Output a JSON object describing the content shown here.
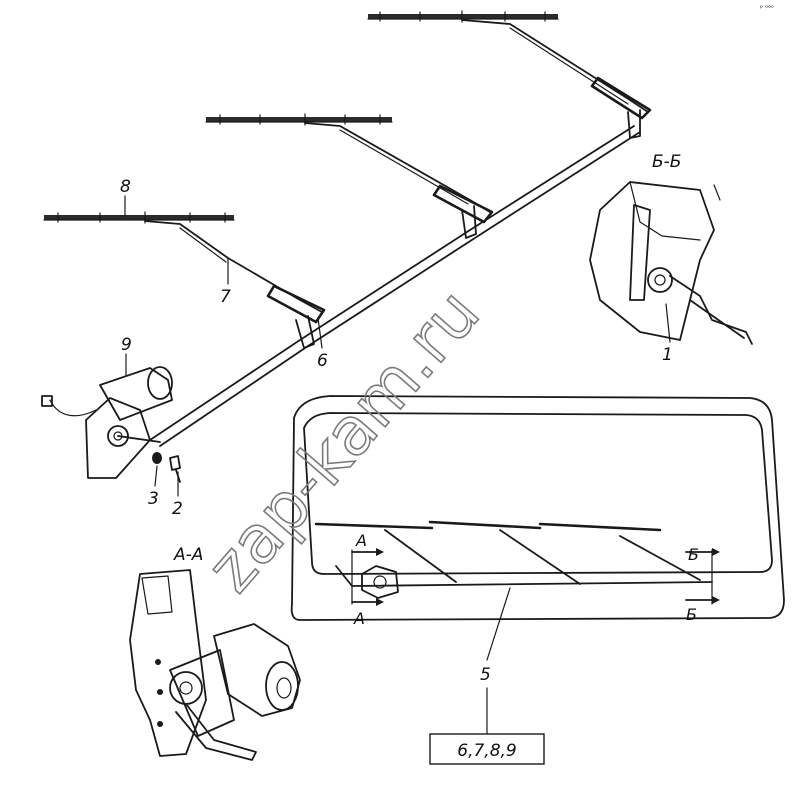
{
  "callouts": [
    {
      "id": "1",
      "label": "1"
    },
    {
      "id": "2",
      "label": "2"
    },
    {
      "id": "3",
      "label": "3"
    },
    {
      "id": "5",
      "label": "5"
    },
    {
      "id": "6",
      "label": "6"
    },
    {
      "id": "7",
      "label": "7"
    },
    {
      "id": "8",
      "label": "8"
    },
    {
      "id": "9",
      "label": "9"
    }
  ],
  "section_views": {
    "aa_title": "А-А",
    "bb_title": "Б-Б"
  },
  "section_marks": {
    "a_top": "А",
    "a_bottom": "А",
    "b_top": "Б",
    "b_bottom": "Б"
  },
  "assembly_box": "6,7,8,9",
  "watermark": "zap-kam.ru",
  "corner_note": "ᵖ ᵒᵒᵒ",
  "colors": {
    "ink": "#1a1a1a",
    "paper": "#ffffff",
    "watermark": "#7a7a7a"
  }
}
